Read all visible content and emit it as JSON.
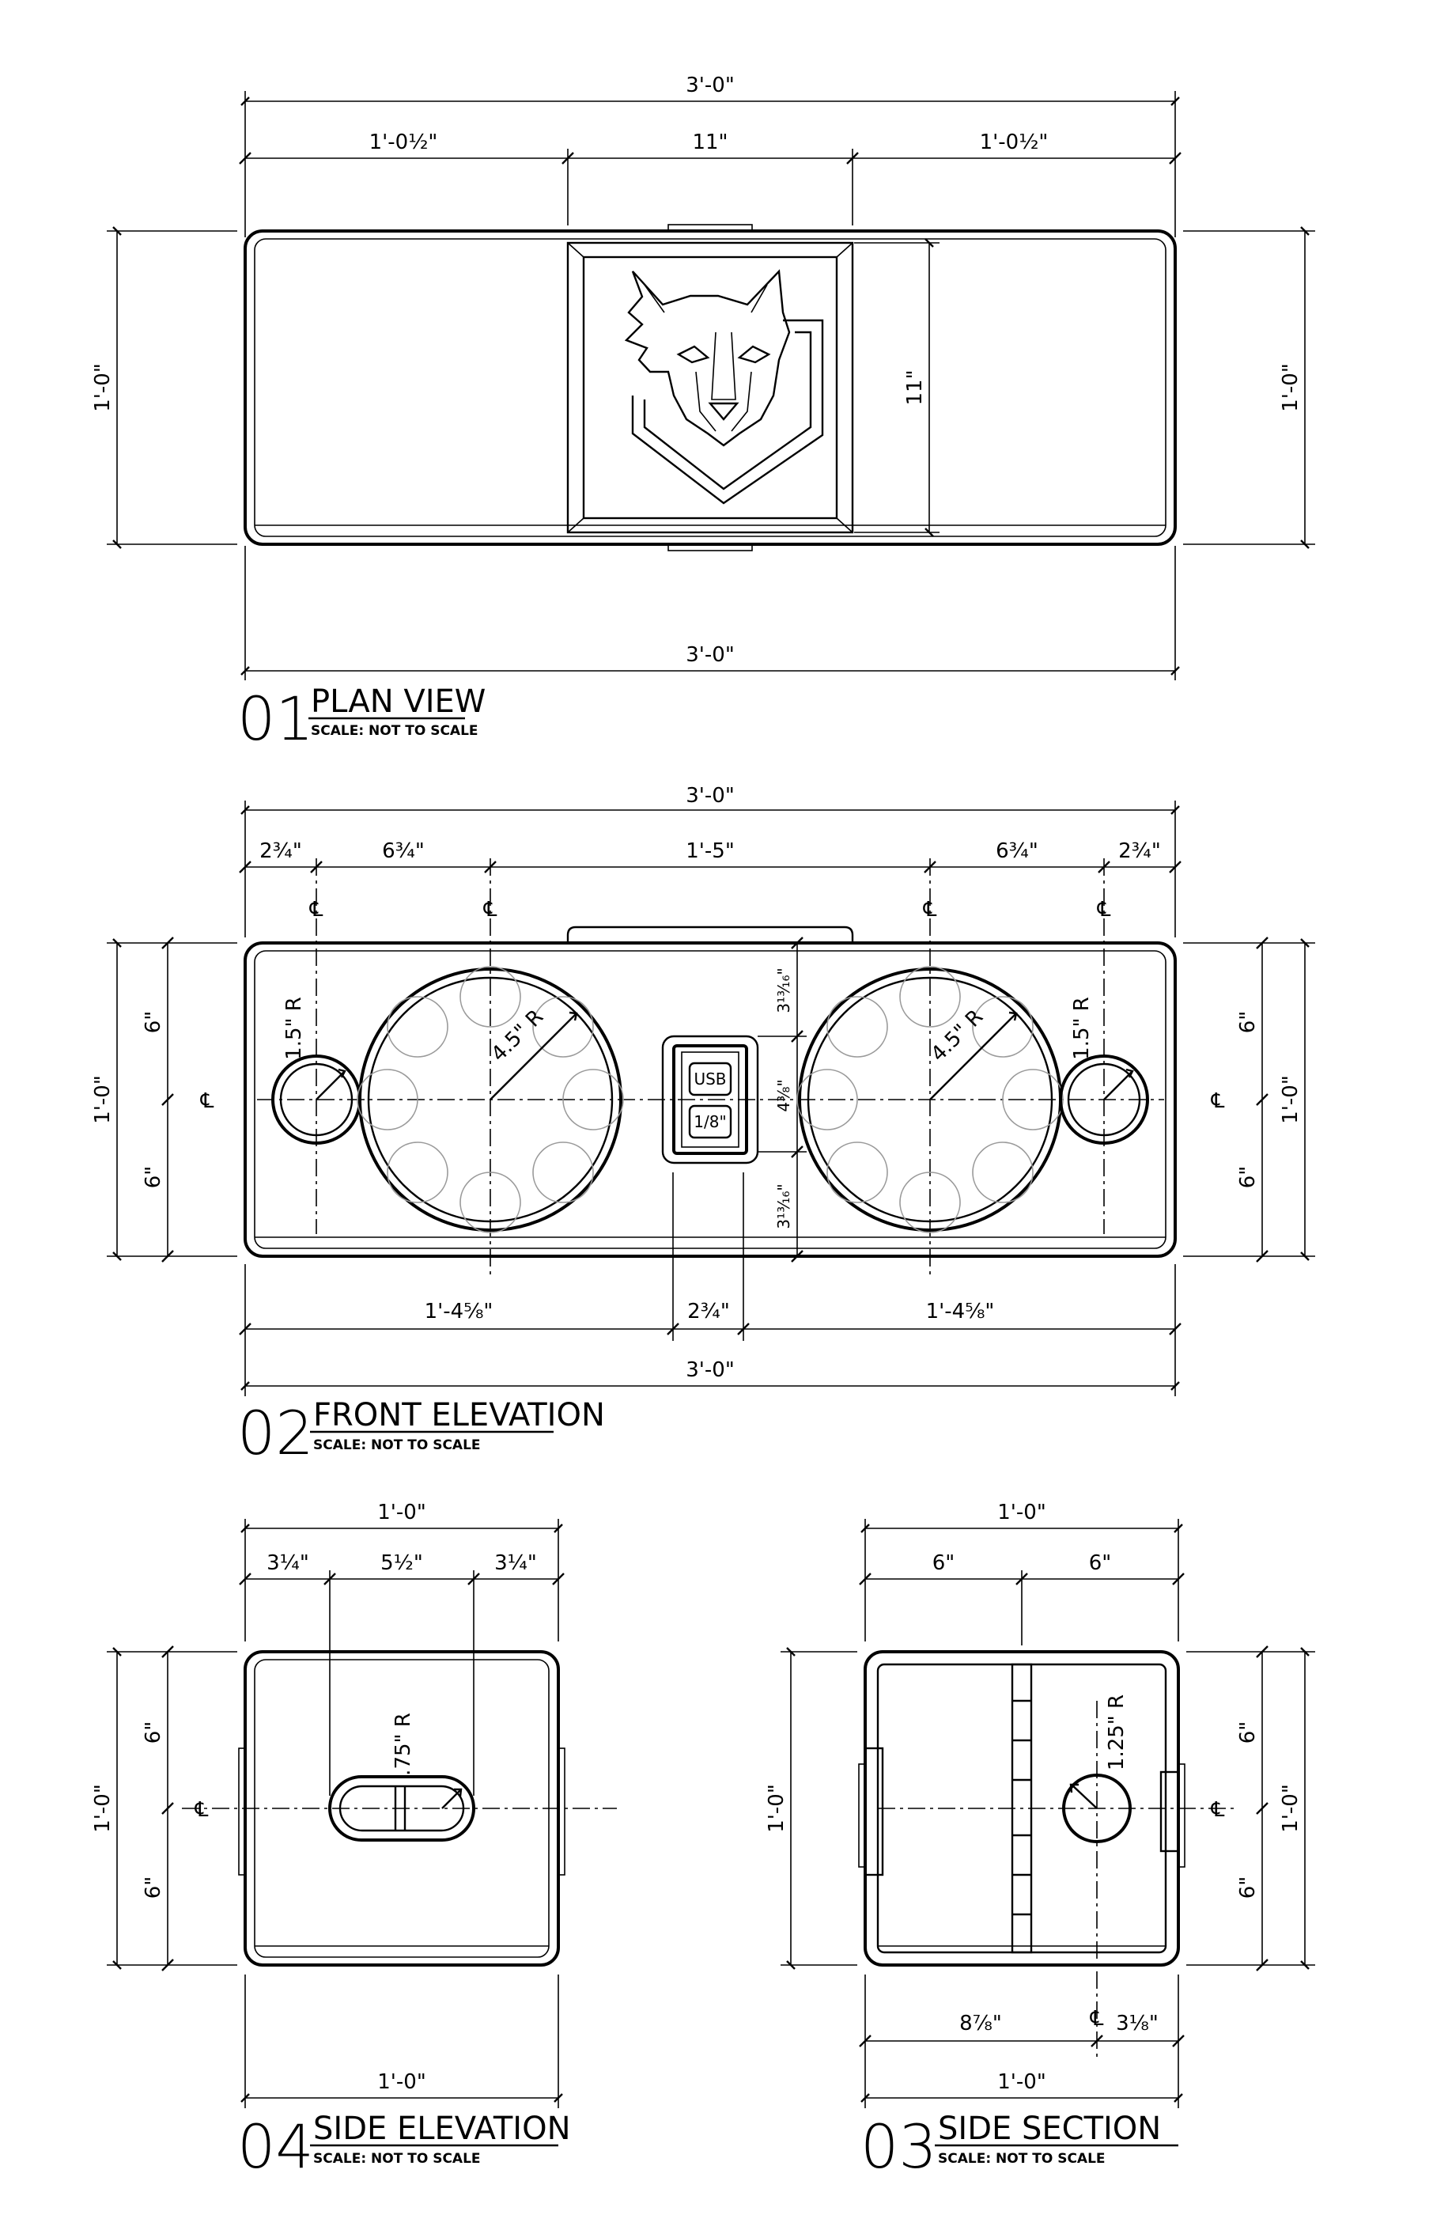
{
  "plan_view": {
    "number": "01",
    "title": "PLAN VIEW",
    "scale": "SCALE: NOT TO SCALE",
    "dims": {
      "overall_top": "3'-0\"",
      "left_segment": "1'-0½\"",
      "center_segment": "11\"",
      "right_segment": "1'-0½\"",
      "left_height": "1'-0\"",
      "inner_height": "11\"",
      "right_height": "1'-0\"",
      "overall_bottom": "3'-0\""
    }
  },
  "front_elevation": {
    "number": "02",
    "title": "FRONT ELEVATION",
    "scale": "SCALE: NOT TO SCALE",
    "dims": {
      "overall_top": "3'-0\"",
      "seg_a": "2¾\"",
      "seg_b": "6¾\"",
      "seg_c": "1'-5\"",
      "seg_d": "6¾\"",
      "seg_e": "2¾\"",
      "left_upper": "6\"",
      "left_lower": "6\"",
      "left_overall": "1'-0\"",
      "right_upper": "6\"",
      "right_lower": "6\"",
      "right_overall": "1'-0\"",
      "panel_top": "3¹³⁄₁₆\"",
      "panel_mid": "4⅜\"",
      "panel_bottom": "3¹³⁄₁₆\"",
      "bottom_left": "1'-4⅝\"",
      "bottom_center": "2¾\"",
      "bottom_right": "1'-4⅝\"",
      "overall_bottom": "3'-0\"",
      "small_radius_left": "1.5\" R",
      "large_radius_left": "4.5\" R",
      "large_radius_right": "4.5\" R",
      "small_radius_right": "1.5\" R"
    },
    "panel": {
      "usb_label": "USB",
      "aux_label": "1/8\""
    }
  },
  "side_elevation": {
    "number": "04",
    "title": "SIDE ELEVATION",
    "scale": "SCALE: NOT TO SCALE",
    "dims": {
      "overall_top": "1'-0\"",
      "seg_a": "3¼\"",
      "seg_b": "5½\"",
      "seg_c": "3¼\"",
      "left_upper": "6\"",
      "left_lower": "6\"",
      "left_overall": "1'-0\"",
      "radius": ".75\" R",
      "overall_bottom": "1'-0\""
    }
  },
  "side_section": {
    "number": "03",
    "title": "SIDE SECTION",
    "scale": "SCALE: NOT TO SCALE",
    "dims": {
      "overall_top": "1'-0\"",
      "seg_a": "6\"",
      "seg_b": "6\"",
      "left_overall": "1'-0\"",
      "right_upper": "6\"",
      "right_lower": "6\"",
      "right_overall": "1'-0\"",
      "radius": "1.25\" R",
      "bottom_left": "8⅞\"",
      "bottom_right": "3⅛\"",
      "overall_bottom": "1'-0\""
    }
  },
  "centerline_symbol": "℄"
}
